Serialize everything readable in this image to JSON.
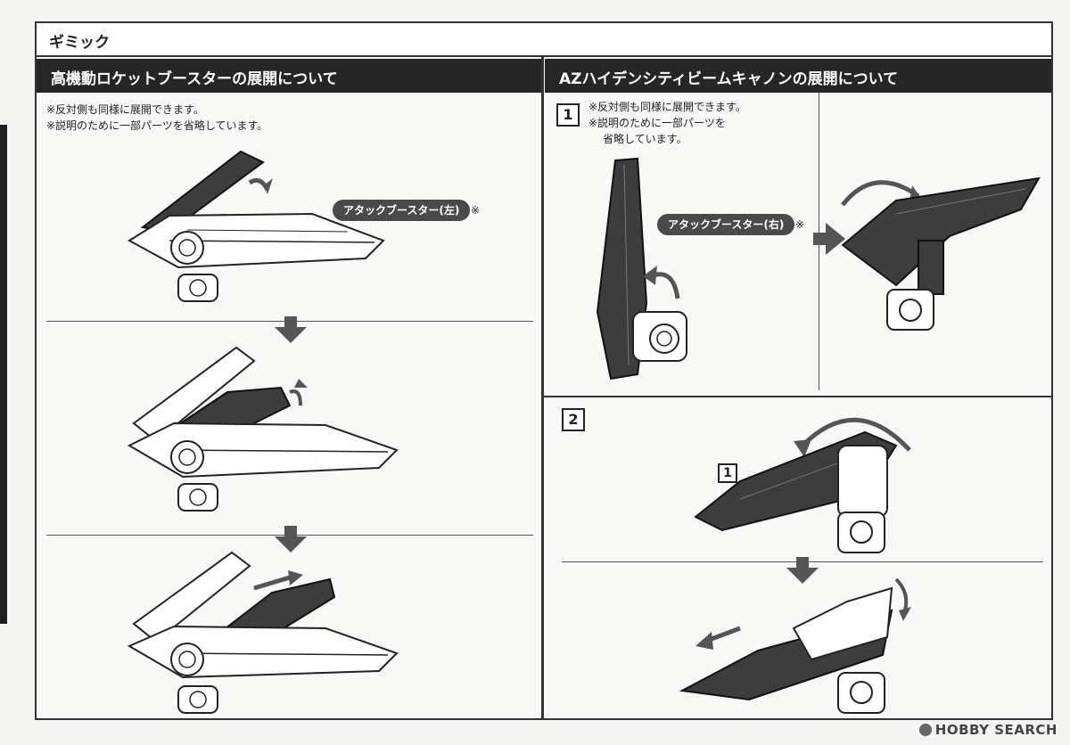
{
  "section_title": "ギミック",
  "left_panel": {
    "title": "高機動ロケットブースターの展開について",
    "notes": [
      "※反対側も同様に展開できます。",
      "※説明のために一部パーツを省略しています。"
    ],
    "callout": {
      "label": "アタックブースター(左)",
      "mark": "※"
    }
  },
  "right_panel": {
    "title": "AZハイデンシティビームキャノンの展開について",
    "step1": {
      "number": "1",
      "notes": [
        "※反対側も同様に展開できます。",
        "※説明のために一部パーツを",
        "省略しています。"
      ],
      "callout": {
        "label": "アタックブースター(右)",
        "mark": "※"
      }
    },
    "step2": {
      "number": "2",
      "ref_number": "1"
    }
  },
  "watermark": "HOBBY SEARCH",
  "colors": {
    "dark_part": "#3d3d3d",
    "light_part": "#ffffff",
    "arrow": "#555555",
    "header_bg": "#262626"
  }
}
